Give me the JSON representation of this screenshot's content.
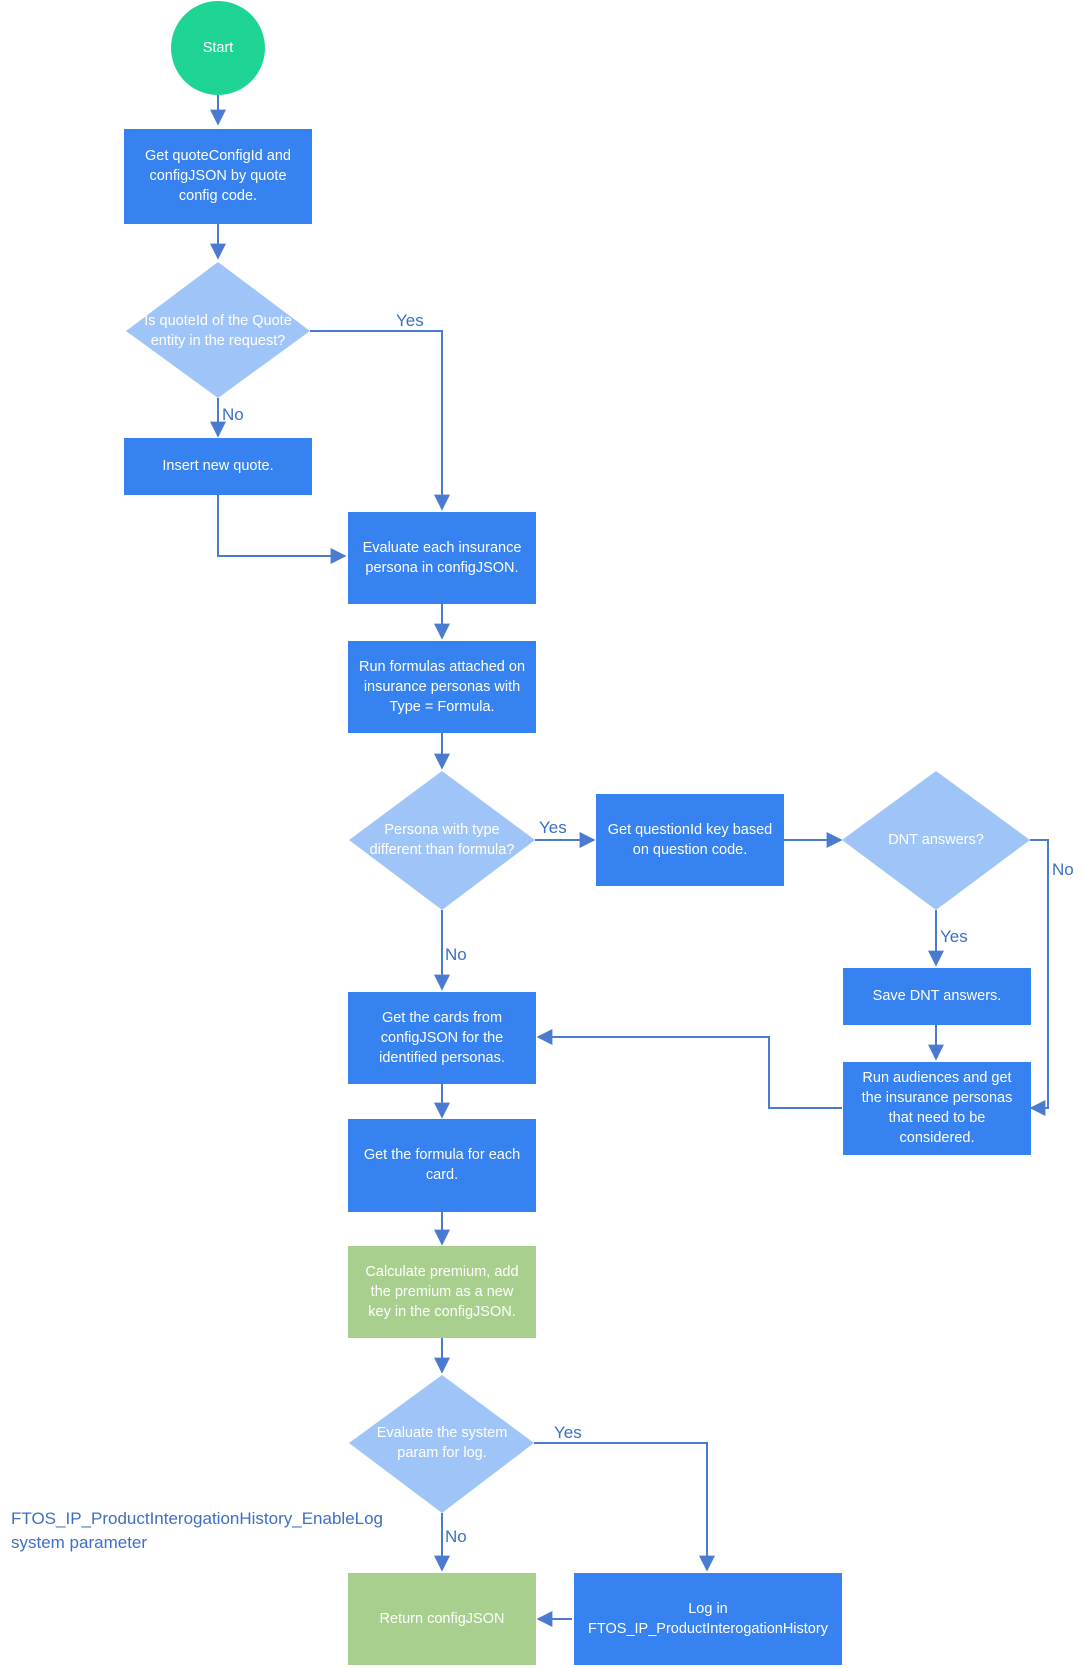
{
  "colors": {
    "start": "#1ed493",
    "process": "#3582f0",
    "decision": "#9fc5f8",
    "terminal": "#a8cf8e",
    "edge": "#4a7bd0",
    "label": "#3c6fc4"
  },
  "nodes": {
    "start": {
      "lines": [
        "Start"
      ]
    },
    "get_quote_config": {
      "lines": [
        "Get quoteConfigId and",
        "configJSON by quote",
        "config code."
      ]
    },
    "is_quote_id": {
      "lines": [
        "Is quoteId of the Quote",
        "entity in the request?"
      ]
    },
    "insert_quote": {
      "lines": [
        "Insert new quote."
      ]
    },
    "evaluate_persona": {
      "lines": [
        "Evaluate each insurance",
        "persona in configJSON."
      ]
    },
    "run_formulas": {
      "lines": [
        "Run formulas attached on",
        "insurance personas with",
        "Type = Formula."
      ]
    },
    "persona_type": {
      "lines": [
        "Persona with type",
        "different than formula?"
      ]
    },
    "get_question_id": {
      "lines": [
        "Get questionId key based",
        "on question code."
      ]
    },
    "dnt_answers": {
      "lines": [
        "DNT answers?"
      ]
    },
    "save_dnt": {
      "lines": [
        "Save DNT answers."
      ]
    },
    "run_audiences": {
      "lines": [
        "Run audiences and get",
        "the insurance personas",
        "that need to be",
        "considered."
      ]
    },
    "get_cards": {
      "lines": [
        "Get the cards from",
        "configJSON for the",
        "identified personas."
      ]
    },
    "get_formula": {
      "lines": [
        "Get the formula for each",
        "card."
      ]
    },
    "calc_premium": {
      "lines": [
        "Calculate premium, add",
        "the premium as a new",
        "key in the configJSON."
      ]
    },
    "eval_log": {
      "lines": [
        "Evaluate the system",
        "param for log."
      ]
    },
    "log_in": {
      "lines": [
        "Log in",
        "FTOS_IP_ProductInterogationHistory"
      ]
    },
    "return_config": {
      "lines": [
        "Return configJSON"
      ]
    }
  },
  "edge_labels": {
    "quote_yes": "Yes",
    "quote_no": "No",
    "persona_yes": "Yes",
    "persona_no": "No",
    "dnt_yes": "Yes",
    "dnt_no": "No",
    "log_yes": "Yes",
    "log_no": "No"
  },
  "note": {
    "lines": [
      "FTOS_IP_ProductInterogationHistory_EnableLog",
      "system parameter"
    ]
  }
}
